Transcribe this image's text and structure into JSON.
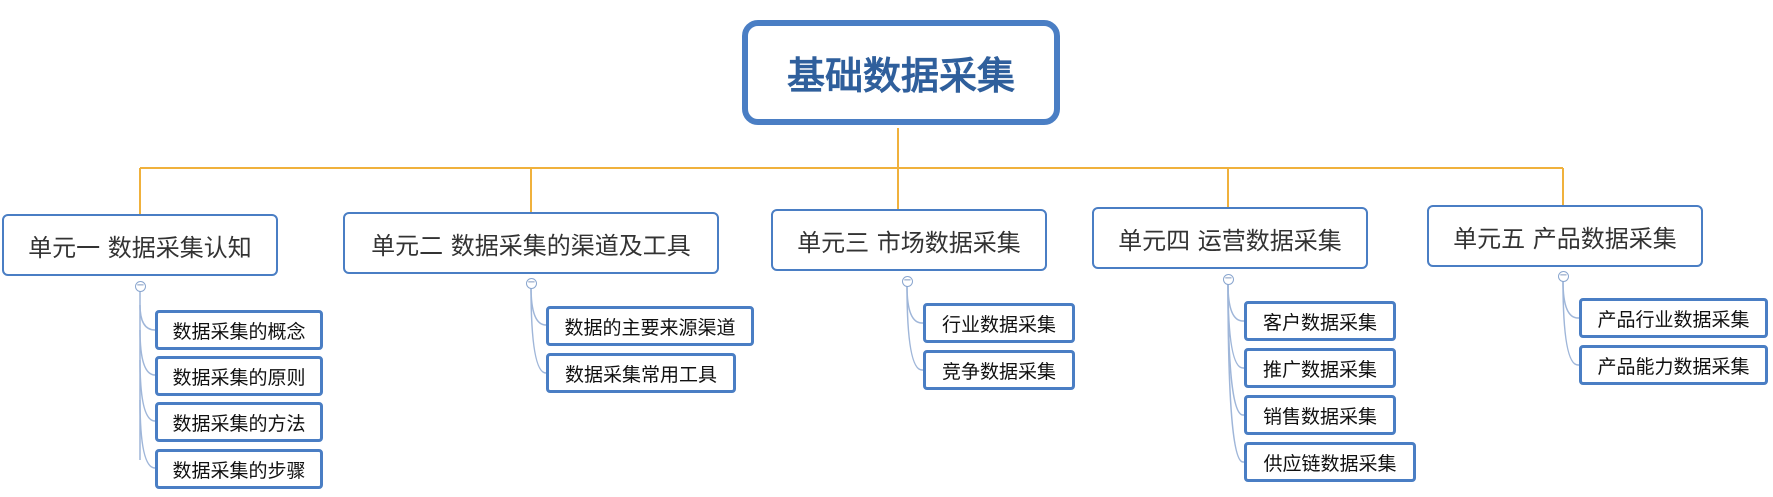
{
  "root": {
    "label": "基础数据采集"
  },
  "units": [
    {
      "label": "单元一 数据采集认知",
      "children": [
        "数据采集的概念",
        "数据采集的原则",
        "数据采集的方法",
        "数据采集的步骤"
      ]
    },
    {
      "label": "单元二 数据采集的渠道及工具",
      "children": [
        "数据的主要来源渠道",
        "数据采集常用工具"
      ]
    },
    {
      "label": "单元三 市场数据采集",
      "children": [
        "行业数据采集",
        "竞争数据采集"
      ]
    },
    {
      "label": "单元四 运营数据采集",
      "children": [
        "客户数据采集",
        "推广数据采集",
        "销售数据采集",
        "供应链数据采集"
      ]
    },
    {
      "label": "单元五 产品数据采集",
      "children": [
        "产品行业数据采集",
        "产品能力数据采集"
      ]
    }
  ],
  "colors": {
    "connector": "#f0b13c",
    "border": "#4a7ec4",
    "branch": "#9fb6d9"
  }
}
